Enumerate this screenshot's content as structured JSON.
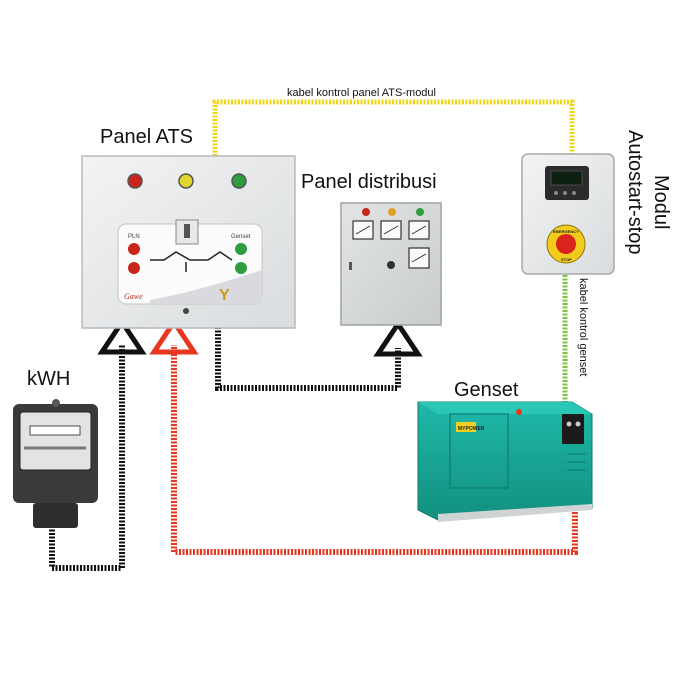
{
  "labels": {
    "panel_ats": "Panel ATS",
    "panel_distribusi": "Panel distribusi",
    "modul_line1": "Modul",
    "modul_line2": "Autostart-stop",
    "kwh": "kWH",
    "genset": "Genset",
    "cable_top": "kabel kontrol panel ATS-modul",
    "cable_right": "kabel kontrol genset"
  },
  "devices": {
    "ats_left_label": "PLN",
    "ats_right_label": "Genset",
    "ats_brand": "Gawe",
    "emergency_label": "EMERGENCY",
    "emergency_sub": "STOP",
    "genset_brand": "MYPOWER"
  },
  "colors": {
    "cable_control": "#f2d411",
    "cable_genset_control": "#7cc43a",
    "cable_power": "#e8361f",
    "cable_load": "#111111",
    "genset_body": "#17a89a",
    "panel_body": "#e9ebec"
  }
}
